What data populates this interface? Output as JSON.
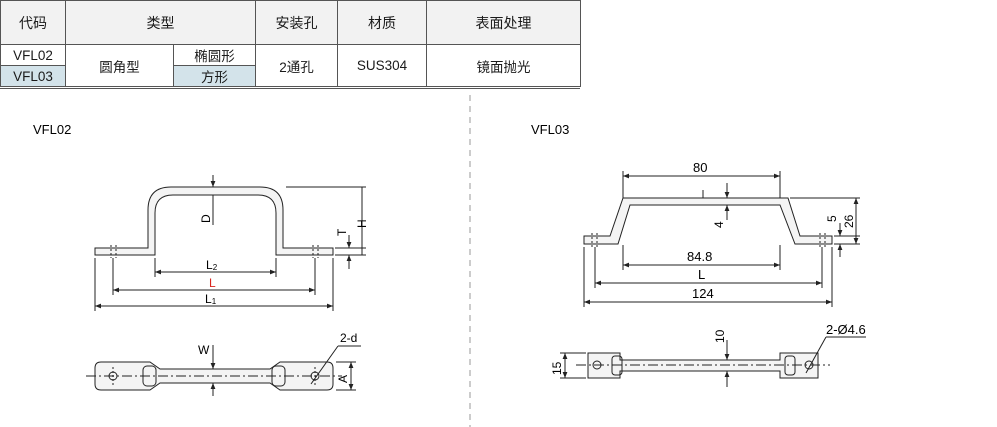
{
  "table": {
    "headers": {
      "code": "代码",
      "type": "类型",
      "holes": "安装孔",
      "material": "材质",
      "surface": "表面处理"
    },
    "rows": [
      {
        "code": "VFL02",
        "subtype": "椭圆形"
      },
      {
        "code": "VFL03",
        "subtype": "方形"
      }
    ],
    "type_main": "圆角型",
    "holes": "2通孔",
    "material": "SUS304",
    "surface": "镜面抛光"
  },
  "drawing_left": {
    "title": "VFL02",
    "labels": {
      "D": "D",
      "T": "T",
      "H": "H",
      "L2": "L",
      "L2_sub": "2",
      "L": "L",
      "L1": "L",
      "L1_sub": "1",
      "W": "W",
      "A": "A",
      "holes": "2-d"
    },
    "highlight_color": "#d9251d"
  },
  "drawing_right": {
    "title": "VFL03",
    "labels": {
      "top_width": "80",
      "thickness": "4",
      "flange": "5",
      "height": "26",
      "inner": "84.8",
      "L": "L",
      "overall": "124",
      "width": "10",
      "flange_width": "15",
      "holes": "2-Ø4.6"
    }
  }
}
